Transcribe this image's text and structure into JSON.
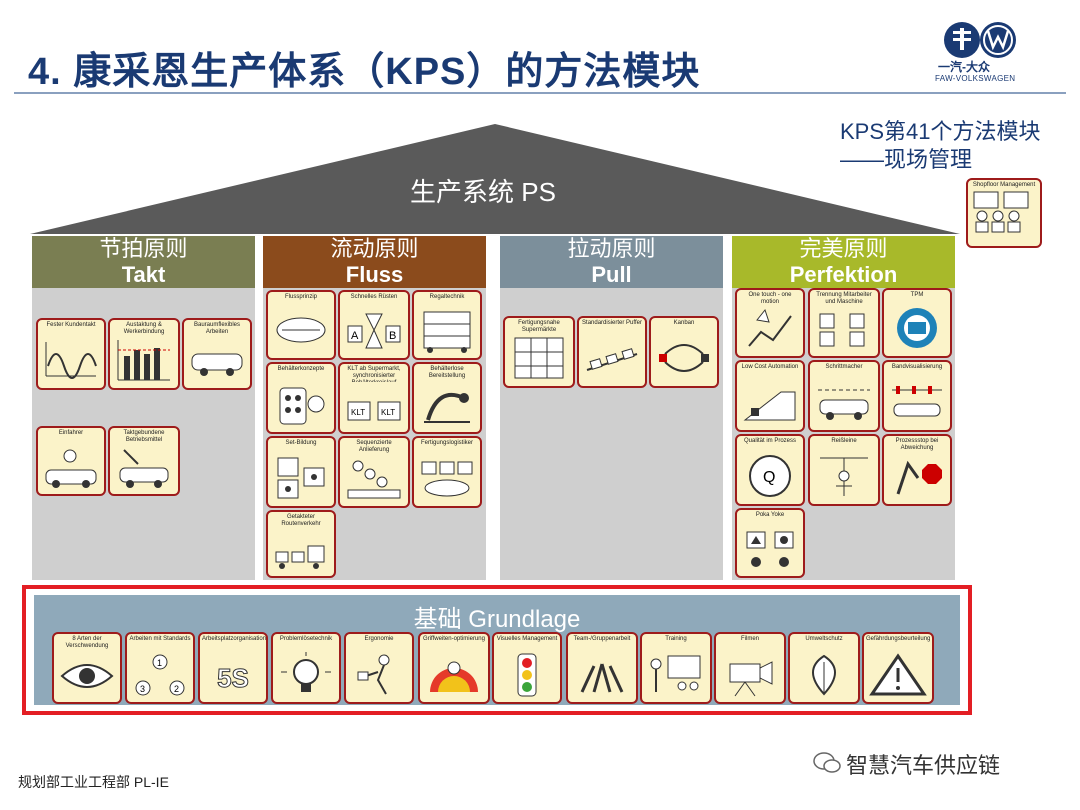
{
  "title": "4. 康采恩生产体系（KPS）的方法模块",
  "logo": {
    "name": "一汽-大众",
    "sub": "FAW-VOLKSWAGEN"
  },
  "kps_note": {
    "line1": "KPS第41个方法模块",
    "line2": "——现场管理"
  },
  "shopfloor_label": "Shopfloor Management",
  "roof_label": "生产系统 PS",
  "pillars": [
    {
      "cn": "节拍原则",
      "en": "Takt",
      "color": "#7a7e52"
    },
    {
      "cn": "流动原则",
      "en": "Fluss",
      "color": "#8b4b1c"
    },
    {
      "cn": "拉动原则",
      "en": "Pull",
      "color": "#7c8f9b"
    },
    {
      "cn": "完美原则",
      "en": "Perfektion",
      "color": "#a8b92a"
    }
  ],
  "takt_cards": [
    "Fester Kundentakt",
    "Austaktung & Werkerbindung",
    "Bauraumflexibles Arbeiten",
    "Einfahrer",
    "Taktgebundene Betriebsmittel"
  ],
  "fluss_cards": [
    "Flussprinzip",
    "Schnelles Rüsten",
    "Regaltechnik",
    "Behälterkonzepte",
    "KLT ab Supermarkt, synchronisierter Behälterkreislauf",
    "Behälterlose Bereitstellung",
    "Set-Bildung",
    "Sequenzierte Anlieferung",
    "Fertigungslogistiker",
    "Getakteter Routenverkehr"
  ],
  "pull_cards": [
    "Fertigungsnahe Supermärkte",
    "Standardisierter Puffer",
    "Kanban"
  ],
  "perf_cards": [
    "One touch - one motion",
    "Trennung Mitarbeiter und Maschine",
    "TPM",
    "Low Cost Automation",
    "Schrittmacher",
    "Bandvisualisierung",
    "Qualität im Prozess",
    "Reißleine",
    "Prozessstop bei Abweichung",
    "Poka Yoke"
  ],
  "base_label": "基础 Grundlage",
  "base_cards": [
    "8 Arten der Verschwendung",
    "Arbeiten mit Standards",
    "Arbeitsplatzorganisation",
    "Problemlösetechnik",
    "Ergonomie",
    "Griffweiten-optimierung",
    "Visuelles Management",
    "Team-/Gruppenarbeit",
    "Training",
    "Filmen",
    "Umweltschutz",
    "Gefährdungsbeurteilung"
  ],
  "five_s": "5S",
  "kanban_title": "Kanban",
  "footer": "规划部工业工程部 PL-IE",
  "wechat": "智慧汽车供应链",
  "colors": {
    "title": "#1a3a73",
    "roof": "#5a5a5a",
    "base": "#8fa9ba",
    "frame": "#e31e24",
    "card_border": "#9e1b1b",
    "card_bg": "#fbf3c9"
  }
}
